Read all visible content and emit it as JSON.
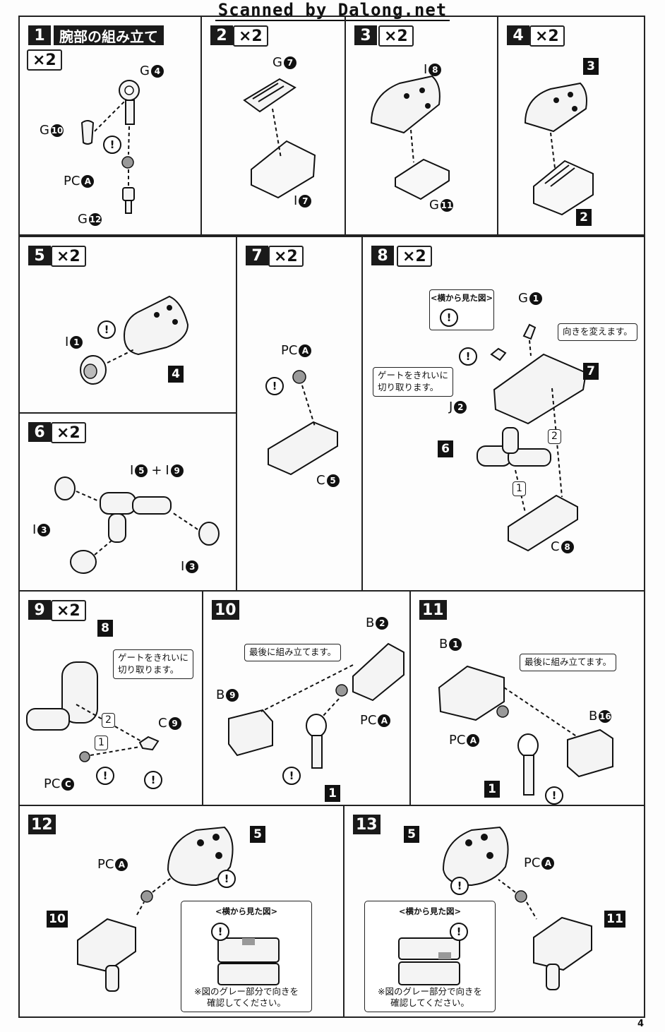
{
  "header": "Scanned by Dalong.net",
  "page_number": "4",
  "steps": {
    "s1": {
      "num": "1",
      "title": "腕部の組み立て",
      "mult": "×2",
      "labels": {
        "g4_l": "G",
        "g4_n": "4",
        "g10_l": "G",
        "g10_n": "10",
        "pca_l": "PC",
        "pca_n": "A",
        "g12_l": "G",
        "g12_n": "12"
      }
    },
    "s2": {
      "num": "2",
      "mult": "×2",
      "labels": {
        "g7_l": "G",
        "g7_n": "7",
        "i7_l": "I",
        "i7_n": "7"
      }
    },
    "s3": {
      "num": "3",
      "mult": "×2",
      "labels": {
        "i8_l": "I",
        "i8_n": "8",
        "g11_l": "G",
        "g11_n": "11"
      }
    },
    "s4": {
      "num": "4",
      "mult": "×2",
      "refs": {
        "r3": "3",
        "r2": "2"
      }
    },
    "s5": {
      "num": "5",
      "mult": "×2",
      "labels": {
        "i1_l": "I",
        "i1_n": "1"
      },
      "refs": {
        "r4": "4"
      }
    },
    "s6": {
      "num": "6",
      "mult": "×2",
      "labels": {
        "i5_l": "I",
        "i5_n": "5",
        "plus": "+",
        "i9_l": "I",
        "i9_n": "9",
        "i3a_l": "I",
        "i3a_n": "3",
        "i3b_l": "I",
        "i3b_n": "3"
      }
    },
    "s7": {
      "num": "7",
      "mult": "×2",
      "labels": {
        "pca_l": "PC",
        "pca_n": "A",
        "c5_l": "C",
        "c5_n": "5"
      }
    },
    "s8": {
      "num": "8",
      "mult": "×2",
      "side_view": "<横から見た図>",
      "callout_turn": "向きを変えます。",
      "callout_gate_1": "ゲートをきれいに",
      "callout_gate_2": "切り取ります。",
      "labels": {
        "g1_l": "G",
        "g1_n": "1",
        "j2_l": "J",
        "j2_n": "2",
        "c8_l": "C",
        "c8_n": "8"
      },
      "refs": {
        "r7": "7",
        "r6": "6"
      },
      "order": {
        "o1": "1",
        "o2": "2"
      }
    },
    "s9": {
      "num": "9",
      "mult": "×2",
      "callout_gate_1": "ゲートをきれいに",
      "callout_gate_2": "切り取ります。",
      "labels": {
        "c9_l": "C",
        "c9_n": "9",
        "pcc_l": "PC",
        "pcc_n": "C"
      },
      "refs": {
        "r8": "8"
      },
      "order": {
        "o1": "1",
        "o2": "2"
      }
    },
    "s10": {
      "num": "10",
      "callout": "最後に組み立てます。",
      "labels": {
        "b2_l": "B",
        "b2_n": "2",
        "b9_l": "B",
        "b9_n": "9",
        "pca_l": "PC",
        "pca_n": "A"
      },
      "refs": {
        "r1": "1"
      }
    },
    "s11": {
      "num": "11",
      "callout": "最後に組み立てます。",
      "labels": {
        "b1_l": "B",
        "b1_n": "1",
        "b16_l": "B",
        "b16_n": "16",
        "pca_l": "PC",
        "pca_n": "A"
      },
      "refs": {
        "r1": "1"
      }
    },
    "s12": {
      "num": "12",
      "side_view": "<横から見た図>",
      "note_1": "※図のグレー部分で向きを",
      "note_2": "確認してください。",
      "labels": {
        "pca_l": "PC",
        "pca_n": "A"
      },
      "refs": {
        "r5": "5",
        "r10": "10"
      }
    },
    "s13": {
      "num": "13",
      "side_view": "<横から見た図>",
      "note_1": "※図のグレー部分で向きを",
      "note_2": "確認してください。",
      "labels": {
        "pca_l": "PC",
        "pca_n": "A"
      },
      "refs": {
        "r5": "5",
        "r11": "11"
      }
    }
  },
  "warning_symbol": "!"
}
